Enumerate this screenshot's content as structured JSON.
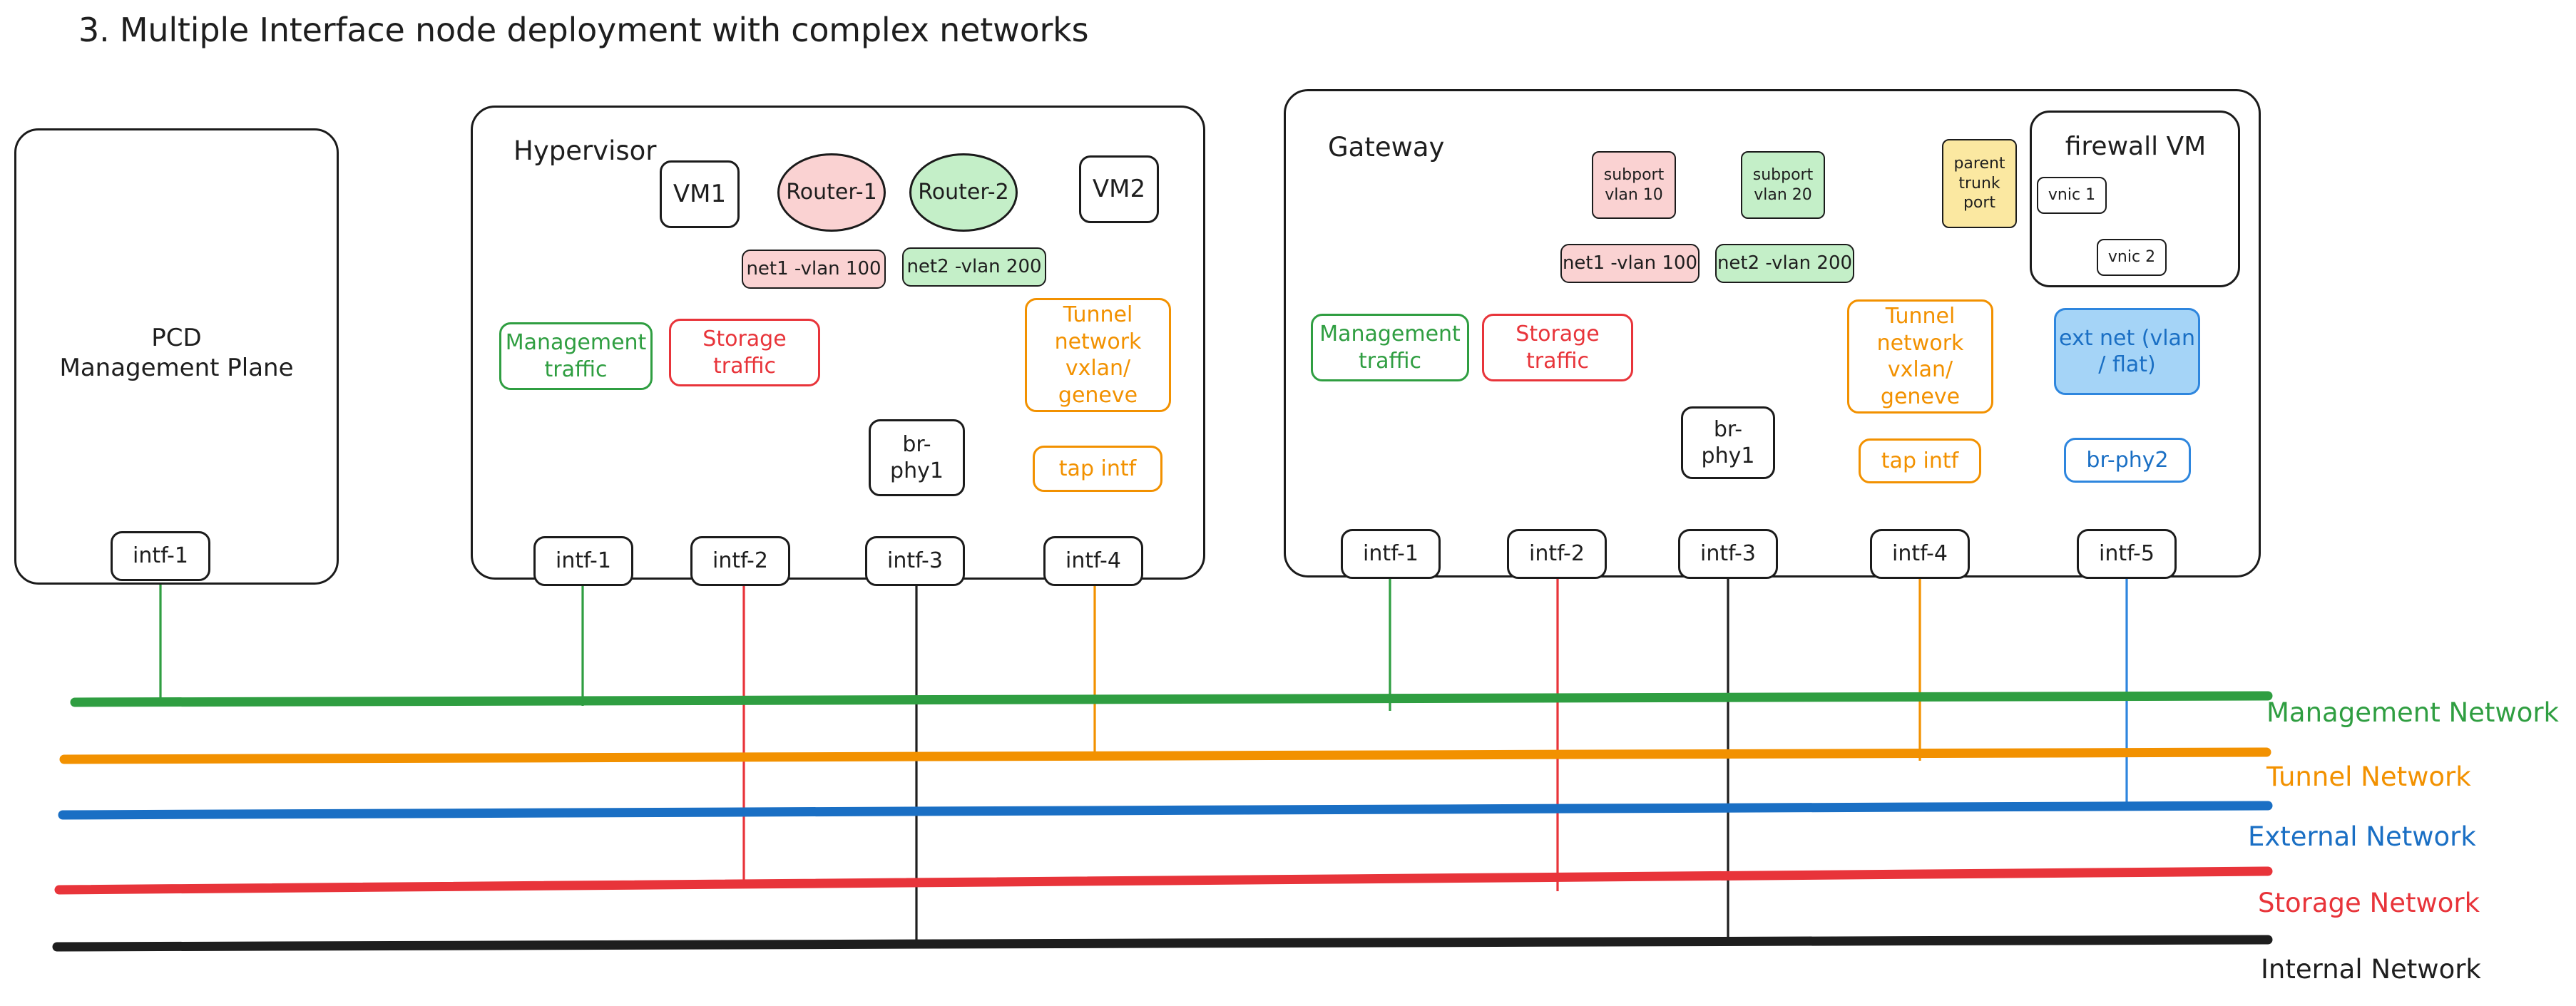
{
  "page": {
    "title": "3. Multiple Interface node deployment with complex networks"
  },
  "colors": {
    "management": "#2f9e41",
    "tunnel": "#f29100",
    "external": "#1a6fc4",
    "storage": "#e8343a",
    "internal": "#1e1e1e",
    "pink_fill": "#fad2d2",
    "green_fill": "#c4efc8",
    "yellow_fill": "#fbe8a1",
    "blue_fill": "#a5d4f7"
  },
  "pcd": {
    "label": "PCD\nManagement Plane",
    "title_line1": "PCD",
    "title_line2": "Management Plane",
    "interfaces": [
      {
        "label": "intf-1"
      }
    ]
  },
  "hypervisor": {
    "label": "Hypervisor",
    "vms": [
      {
        "label": "VM1"
      },
      {
        "label": "VM2"
      }
    ],
    "routers": [
      {
        "label": "Router-1",
        "color": "pink"
      },
      {
        "label": "Router-2",
        "color": "green"
      }
    ],
    "nets": [
      {
        "label": "net1 -vlan 100",
        "color": "pink"
      },
      {
        "label": "net2 -vlan 200",
        "color": "green"
      }
    ],
    "traffic": [
      {
        "label": "Management\ntraffic",
        "line1": "Management",
        "line2": "traffic",
        "color": "green"
      },
      {
        "label": "Storage\ntraffic",
        "line1": "Storage",
        "line2": "traffic",
        "color": "red"
      }
    ],
    "tunnel_net": {
      "line1": "Tunnel",
      "line2": "network vxlan/",
      "line3": "geneve"
    },
    "bridge": {
      "line1": "br-",
      "line2": "phy1"
    },
    "tap": {
      "label": "tap intf"
    },
    "interfaces": [
      {
        "label": "intf-1"
      },
      {
        "label": "intf-2"
      },
      {
        "label": "intf-3"
      },
      {
        "label": "intf-4"
      }
    ]
  },
  "gateway": {
    "label": "Gateway",
    "subports": [
      {
        "line1": "subport",
        "line2": "vlan 10",
        "color": "pink"
      },
      {
        "line1": "subport",
        "line2": "vlan 20",
        "color": "green"
      }
    ],
    "parent_trunk": {
      "line1": "parent",
      "line2": "trunk",
      "line3": "port"
    },
    "firewall_vm": {
      "label": "firewall VM",
      "vnics": [
        {
          "label": "vnic 1"
        },
        {
          "label": "vnic 2"
        }
      ]
    },
    "nets": [
      {
        "label": "net1 -vlan 100",
        "color": "pink"
      },
      {
        "label": "net2 -vlan 200",
        "color": "green"
      }
    ],
    "traffic": [
      {
        "line1": "Management",
        "line2": "traffic",
        "color": "green"
      },
      {
        "line1": "Storage",
        "line2": "traffic",
        "color": "red"
      }
    ],
    "tunnel_net": {
      "line1": "Tunnel",
      "line2": "network vxlan/",
      "line3": "geneve"
    },
    "ext_net": {
      "line1": "ext net (vlan",
      "line2": "/ flat)"
    },
    "bridge1": {
      "line1": "br-",
      "line2": "phy1"
    },
    "bridge2": {
      "label": "br-phy2"
    },
    "tap": {
      "label": "tap intf"
    },
    "interfaces": [
      {
        "label": "intf-1"
      },
      {
        "label": "intf-2"
      },
      {
        "label": "intf-3"
      },
      {
        "label": "intf-4"
      },
      {
        "label": "intf-5"
      }
    ]
  },
  "networks": [
    {
      "name": "Management Network",
      "color": "#2f9e41"
    },
    {
      "name": "Tunnel Network",
      "color": "#f29100"
    },
    {
      "name": "External Network",
      "color": "#1a6fc4"
    },
    {
      "name": "Storage Network",
      "color": "#e8343a"
    },
    {
      "name": "Internal Network",
      "color": "#1e1e1e"
    }
  ]
}
